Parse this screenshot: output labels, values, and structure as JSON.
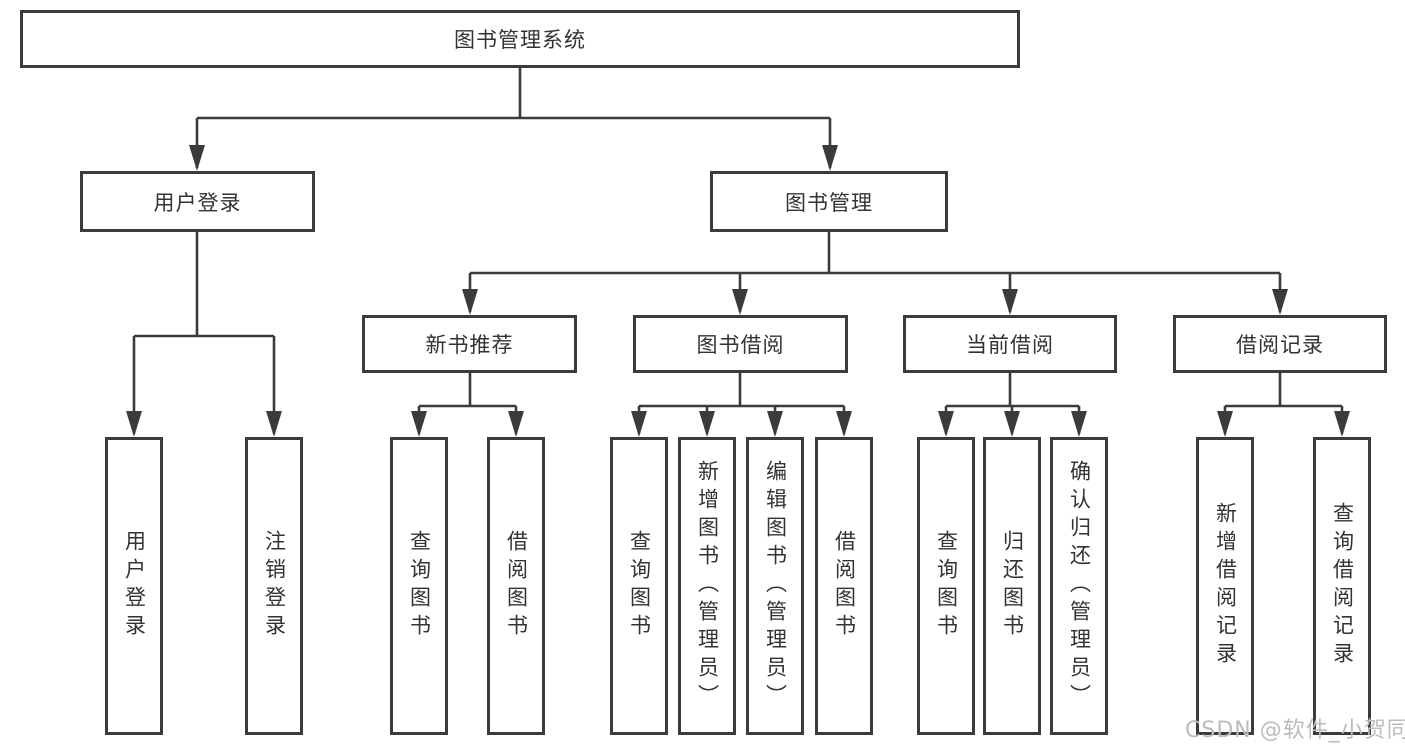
{
  "diagram": {
    "title": "图书管理系统",
    "root": "图书管理系统",
    "level2": [
      "用户登录",
      "图书管理"
    ],
    "level3": [
      "新书推荐",
      "图书借阅",
      "当前借阅",
      "借阅记录"
    ],
    "user_login_children": [
      "用户登录",
      "注销登录"
    ],
    "new_book_children": [
      "查询图书",
      "借阅图书"
    ],
    "book_borrow_children": [
      "查询图书",
      "新增图书（管理员）",
      "编辑图书（管理员）",
      "借阅图书"
    ],
    "current_borrow_children": [
      "查询图书",
      "归还图书",
      "确认归还（管理员）"
    ],
    "borrow_record_children": [
      "新增借阅记录",
      "查询借阅记录"
    ]
  },
  "watermark": "CSDN @软件_小贺同学",
  "colors": {
    "line": "#3b3b3b",
    "box_border": "#3b3b3b",
    "text": "#333333",
    "watermark": "#bcbcbc",
    "background": "#ffffff"
  }
}
